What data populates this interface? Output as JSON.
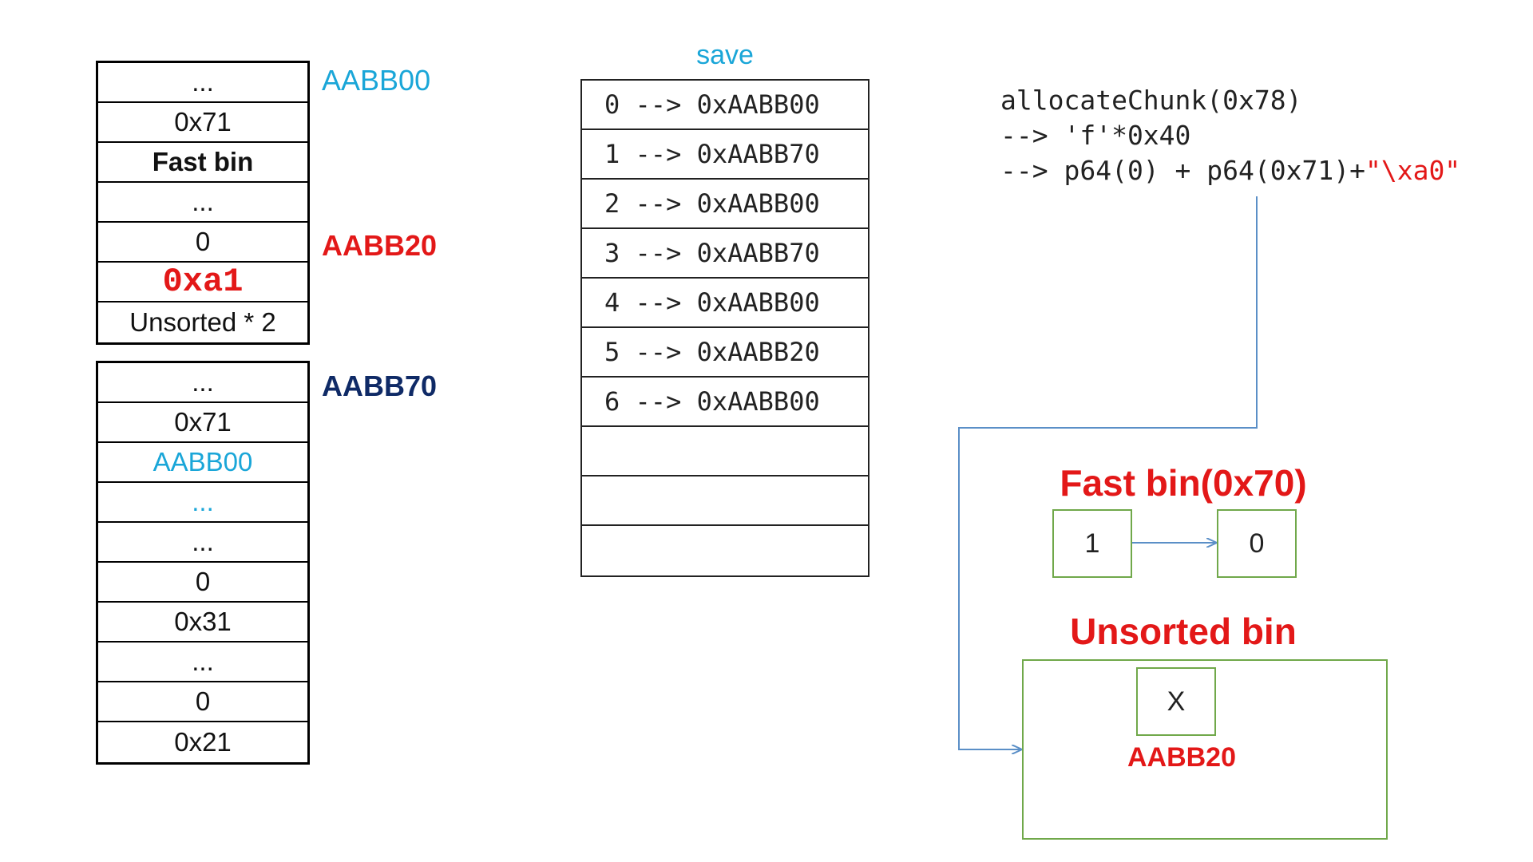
{
  "chunk_a": {
    "address": "AABB00",
    "address_color": "#1aa6d8",
    "cells": [
      "...",
      "0x71",
      "Fast bin",
      "...",
      "0",
      "0xa1",
      "Unsorted * 2"
    ]
  },
  "chunk_a_inner_address": {
    "address": "AABB20",
    "address_color": "#e31818"
  },
  "chunk_b": {
    "address": "AABB70",
    "address_color": "#0f2a66",
    "cells": [
      "...",
      "0x71",
      "AABB00",
      "...",
      "...",
      "0",
      "0x31",
      "...",
      "0",
      "0x21"
    ]
  },
  "save": {
    "title": "save",
    "rows": [
      "0 --> 0xAABB00",
      "1 --> 0xAABB70",
      "2 --> 0xAABB00",
      "3 --> 0xAABB70",
      "4 --> 0xAABB00",
      "5 --> 0xAABB20",
      "6 --> 0xAABB00",
      "",
      "",
      ""
    ]
  },
  "code": {
    "line1": "allocateChunk(0x78)",
    "line2": "--> 'f'*0x40",
    "line3_prefix": "--> p64(0) + p64(0x71)+",
    "line3_red": "\"\\xa0\""
  },
  "fast_bin": {
    "title": "Fast bin(0x70)",
    "nodes": [
      "1",
      "0"
    ]
  },
  "unsorted_bin": {
    "title": "Unsorted bin",
    "node": "X",
    "node_address": "AABB20"
  },
  "colors": {
    "red": "#e31818",
    "cyan": "#1aa6d8",
    "navy": "#0f2a66",
    "green": "#70a84a",
    "arrow": "#5b8fc7"
  }
}
